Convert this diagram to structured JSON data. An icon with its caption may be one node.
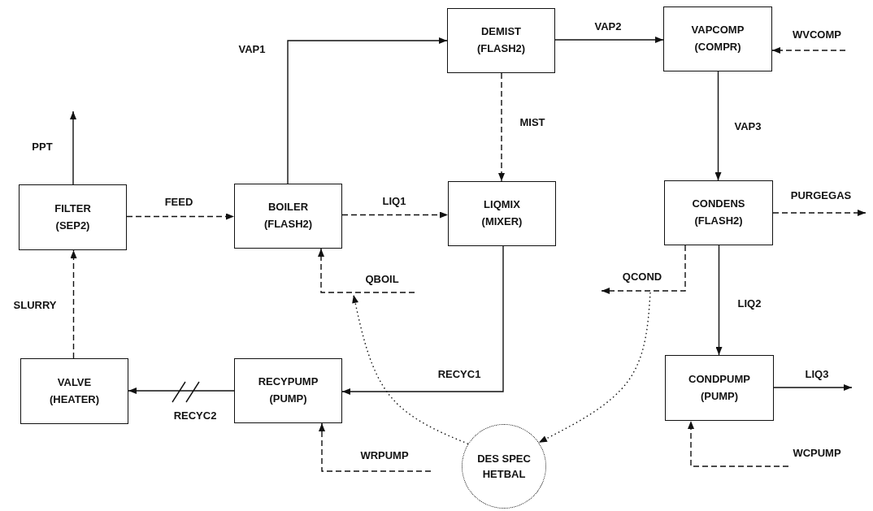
{
  "diagram": {
    "nodes": [
      {
        "text": [
          "FILTER",
          "(SEP2)"
        ]
      },
      {
        "text": [
          "BOILER",
          "(FLASH2)"
        ]
      },
      {
        "text": [
          "DEMIST",
          "(FLASH2)"
        ]
      },
      {
        "text": [
          "VAPCOMP",
          "(COMPR)"
        ]
      },
      {
        "text": [
          "LIQMIX",
          "(MIXER)"
        ]
      },
      {
        "text": [
          "CONDENS",
          "(FLASH2)"
        ]
      },
      {
        "text": [
          "VALVE",
          "(HEATER)"
        ]
      },
      {
        "text": [
          "RECYPUMP",
          "(PUMP)"
        ]
      },
      {
        "text": [
          "CONDPUMP",
          "(PUMP)"
        ]
      },
      {
        "text": [
          "DES SPEC HETBAL"
        ]
      }
    ],
    "edges": [
      {
        "from": 0,
        "to": 1,
        "arrow": "to",
        "label": "FEED",
        "style": "dashed"
      },
      {
        "from": 0,
        "to": null,
        "arrow": "to",
        "label": "PPT"
      },
      {
        "from": 1,
        "to": 2,
        "arrow": "to",
        "label": "VAP1"
      },
      {
        "from": 1,
        "to": 4,
        "arrow": "to",
        "label": "LIQ1",
        "style": "dashed"
      },
      {
        "from": 2,
        "to": 3,
        "arrow": "to",
        "label": "VAP2"
      },
      {
        "from": null,
        "to": 3,
        "arrow": "to",
        "label": "WVCOMP",
        "style": "dashed"
      },
      {
        "from": 2,
        "to": 4,
        "arrow": "to",
        "label": "MIST",
        "style": "dashed"
      },
      {
        "from": 3,
        "to": 5,
        "arrow": "to",
        "label": "VAP3"
      },
      {
        "from": 5,
        "to": null,
        "arrow": "to",
        "label": "PURGEGAS",
        "style": "dashed"
      },
      {
        "from": null,
        "to": 1,
        "arrow": "to",
        "label": "QBOIL",
        "style": "dashed"
      },
      {
        "from": 5,
        "to": null,
        "arrow": "to",
        "label": "QCOND",
        "style": "dashed"
      },
      {
        "from": 5,
        "to": 8,
        "arrow": "to",
        "label": "LIQ2"
      },
      {
        "from": 8,
        "to": null,
        "arrow": "to",
        "label": "LIQ3"
      },
      {
        "from": 4,
        "to": 7,
        "arrow": "to",
        "label": "RECYC1"
      },
      {
        "from": 7,
        "to": 6,
        "arrow": "to",
        "label": "RECYC2"
      },
      {
        "from": 6,
        "to": 0,
        "arrow": "to",
        "label": "SLURRY",
        "style": "dashed"
      },
      {
        "from": null,
        "to": 7,
        "arrow": "to",
        "label": "WRPUMP",
        "style": "dashed"
      },
      {
        "from": null,
        "to": 8,
        "arrow": "to",
        "label": "WCPUMP",
        "style": "dashed"
      },
      {
        "from": 9,
        "to": null,
        "arrow": "to",
        "style": "dashed"
      },
      {
        "from": null,
        "to": 9,
        "arrow": "to",
        "style": "dashed"
      }
    ]
  }
}
